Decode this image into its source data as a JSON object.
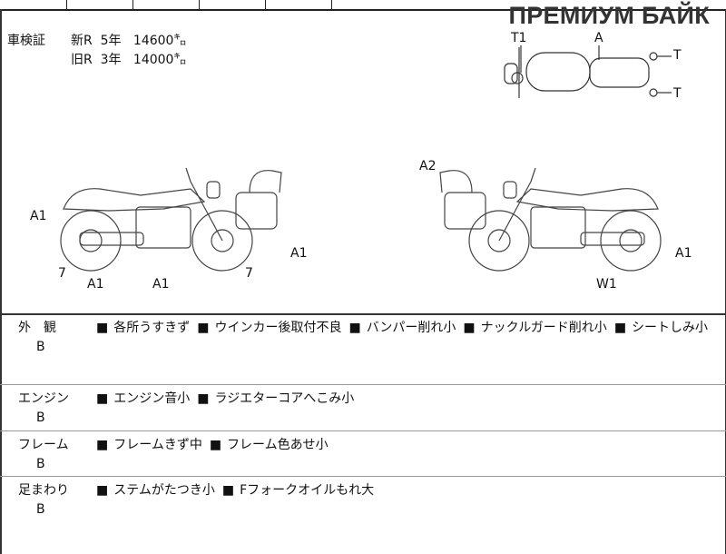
{
  "brand": "ПРЕМИУМ БАЙК",
  "inspection": {
    "label": "車検証",
    "new": {
      "type": "新R",
      "years": "5年",
      "mileage": "14600㌔"
    },
    "old": {
      "type": "旧R",
      "years": "3年",
      "mileage": "14000㌔"
    }
  },
  "diagram_labels": {
    "top": [
      "T1",
      "A",
      "T",
      "T"
    ],
    "left": [
      "A1",
      "A1",
      "7",
      "A1",
      "A1",
      "7"
    ],
    "right": [
      "A2",
      "A1",
      "W1"
    ]
  },
  "sections": [
    {
      "category": "外　観",
      "grade": "B",
      "items": [
        "各所うすきず",
        "ウインカー後取付不良",
        "バンパー削れ小",
        "ナックルガード削れ小",
        "シートしみ小"
      ]
    },
    {
      "category": "エンジン",
      "grade": "B",
      "items": [
        "エンジン音小",
        "ラジエターコアへこみ小"
      ]
    },
    {
      "category": "フレーム",
      "grade": "B",
      "items": [
        "フレームきず中",
        "フレーム色あせ小"
      ]
    },
    {
      "category": "足まわり",
      "grade": "B",
      "items": [
        "ステムがたつき小",
        "Fフォークオイルもれ大"
      ]
    }
  ],
  "bullet": "■"
}
